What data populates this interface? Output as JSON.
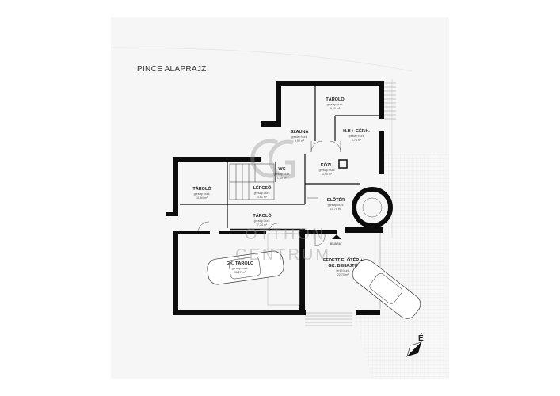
{
  "title": "PINCE ALAPRAJZ",
  "north": "É",
  "entrance": "BEJÁRAT",
  "watermark": {
    "line1": "OTTHON",
    "line2": "CENTRUM"
  },
  "rooms": {
    "tarolo_top": {
      "name": "TÁROLÓ",
      "floor": "greslap burk.",
      "area": "9,00 m²"
    },
    "szauna": {
      "name": "SZAUNA",
      "floor": "greslap burk.",
      "area": "9,52 m²"
    },
    "hh_geph": {
      "name": "H.H + GÉP.H.",
      "floor": "greslap burk.",
      "area": "6,78 m²"
    },
    "wc": {
      "name": "WC",
      "floor": "greslap burk.",
      "area": "1,44 m²"
    },
    "kozl": {
      "name": "KÖZL.",
      "floor": "greslap burk.",
      "area": "3,95 m²"
    },
    "lepcso": {
      "name": "LÉPCSŐ",
      "floor": "greslap burk.",
      "area": "3,61 m²"
    },
    "tarolo_left": {
      "name": "TÁROLÓ",
      "floor": "greslap burk.",
      "area": "11,84 m²"
    },
    "eloter": {
      "name": "ELŐTÉR",
      "floor": "greslap burk.",
      "area": "10,76 m²"
    },
    "tarolo_mid": {
      "name": "TÁROLÓ",
      "floor": "greslap burk.",
      "area": "7,74 m²"
    },
    "gk_tarolo": {
      "name": "GK. TÁROLÓ",
      "floor": "greslap burk.",
      "area": "36,27 m²"
    },
    "fedett": {
      "name": "FEDETT ELŐTÉR +",
      "name2": "GK. BEHAJTÓ",
      "floor": "térkő burk.",
      "area": "22,70 m²"
    }
  }
}
